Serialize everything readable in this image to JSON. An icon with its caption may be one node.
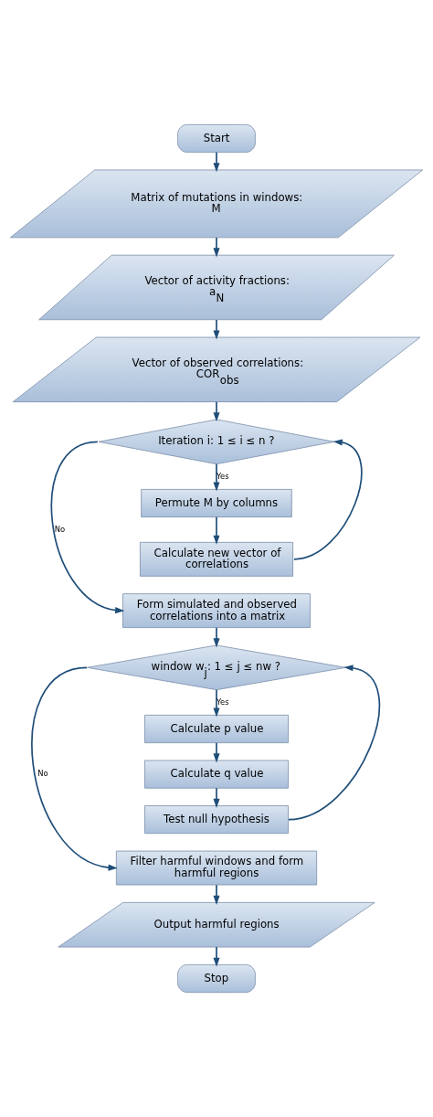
{
  "diagram": {
    "nodes": [
      {
        "text": [
          "Start"
        ]
      },
      {
        "text": [
          "Matrix of mutations in windows: M"
        ]
      },
      {
        "text": [
          "Vector of activity fractions: a$_{N}$"
        ]
      },
      {
        "text": [
          "Vector of observed correlations: COR$_{obs}$"
        ]
      },
      {
        "text": [
          "Iteration i: 1 ≤ i ≤ n ?"
        ]
      },
      {
        "text": [
          "Permute M by columns"
        ]
      },
      {
        "text": [
          "Calculate new vector of correlations"
        ]
      },
      {
        "text": [
          "Form simulated and observed correlations into a matrix"
        ]
      },
      {
        "text": [
          "window w$_{j}$: 1 ≤ j ≤ nw ?"
        ]
      },
      {
        "text": [
          "Calculate p value"
        ]
      },
      {
        "text": [
          "Calculate q value"
        ]
      },
      {
        "text": [
          "Test null hypothesis"
        ]
      },
      {
        "text": [
          "Filter harmful windows and form harmful regions"
        ]
      },
      {
        "text": [
          "Output harmful regions"
        ]
      },
      {
        "text": [
          "Stop"
        ]
      }
    ],
    "edges": [
      {
        "from": 0,
        "to": 1,
        "arrow": "to"
      },
      {
        "from": 1,
        "to": 2,
        "arrow": "to"
      },
      {
        "from": 2,
        "to": 3,
        "arrow": "to"
      },
      {
        "from": 3,
        "to": 4,
        "arrow": "to"
      },
      {
        "from": 4,
        "to": 5,
        "arrow": "to",
        "label": "Yes"
      },
      {
        "from": 5,
        "to": 6,
        "arrow": "to"
      },
      {
        "from": 6,
        "to": 4,
        "arrow": "to"
      },
      {
        "from": 4,
        "to": 7,
        "arrow": "to",
        "label": "No"
      },
      {
        "from": 7,
        "to": 8,
        "arrow": "to"
      },
      {
        "from": 8,
        "to": 9,
        "arrow": "to",
        "label": "Yes"
      },
      {
        "from": 9,
        "to": 10,
        "arrow": "to"
      },
      {
        "from": 10,
        "to": 11,
        "arrow": "to"
      },
      {
        "from": 11,
        "to": 8,
        "arrow": "to"
      },
      {
        "from": 8,
        "to": 12,
        "arrow": "to",
        "label": "No"
      },
      {
        "from": 12,
        "to": 13,
        "arrow": "to"
      },
      {
        "from": 13,
        "to": 14,
        "arrow": "to"
      }
    ]
  }
}
